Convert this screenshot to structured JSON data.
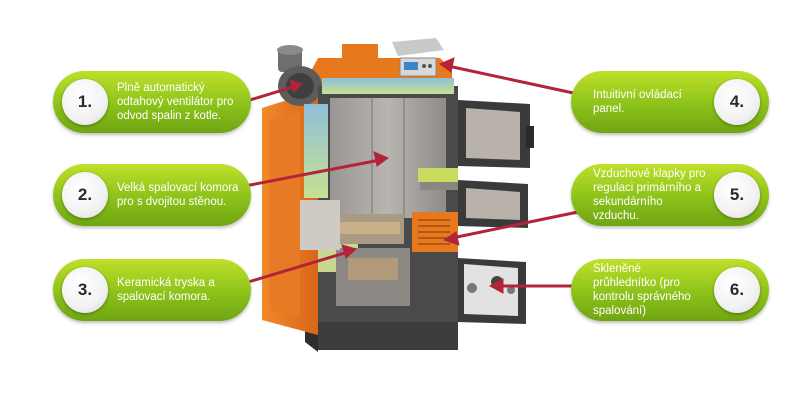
{
  "callouts": {
    "c1": {
      "number": "1.",
      "text": "Plně automatický odtahový ventilátor pro odvod spalin z kotle."
    },
    "c2": {
      "number": "2.",
      "text": "Velká spalovací komora pro s dvojitou stěnou."
    },
    "c3": {
      "number": "3.",
      "text": "Keramická tryska a spalovací komora."
    },
    "c4": {
      "number": "4.",
      "text": "Intuitivní ovládací panel."
    },
    "c5": {
      "number": "5.",
      "text": "Vzduchové klapky pro regulaci primárního a sekundárního vzduchu."
    },
    "c6": {
      "number": "6.",
      "text": "Skleněné průhlednítko (pro kontrolu správného spalování)"
    }
  },
  "colors": {
    "callout_green": "#8cc21a",
    "arrow": "#b3243a",
    "boiler_orange": "#e8781c",
    "steel": "#3a3a3a"
  }
}
